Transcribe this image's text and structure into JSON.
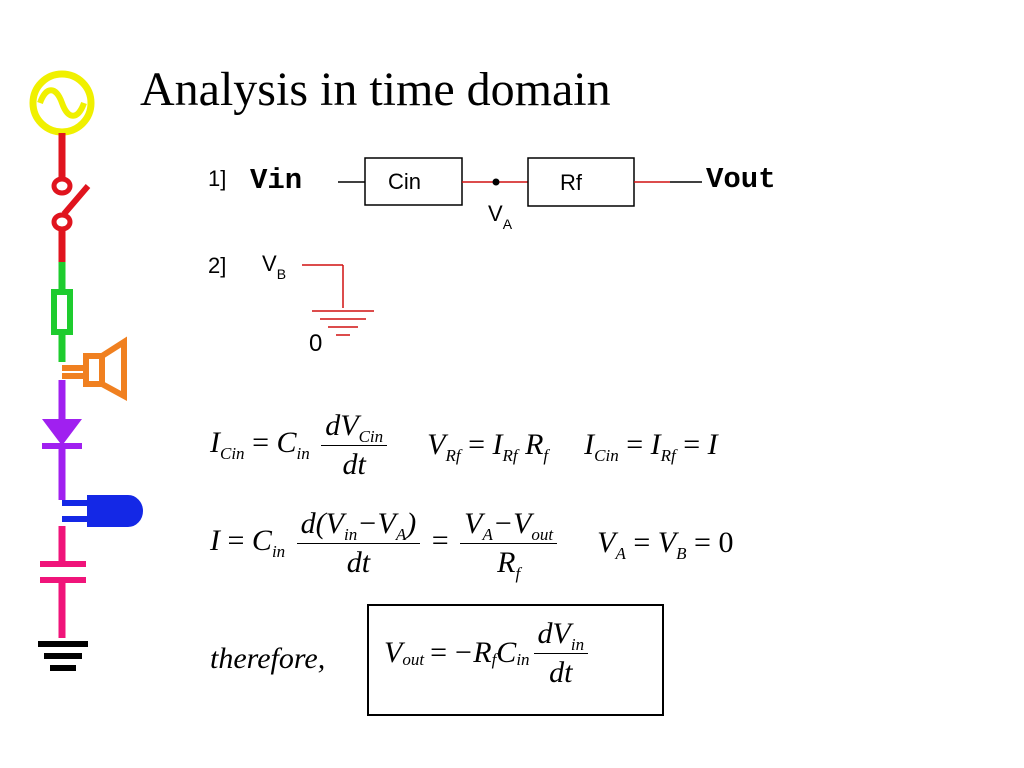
{
  "slide": {
    "title": "Analysis in time domain"
  },
  "colors": {
    "ac_source": "#f0f000",
    "switch_wire": "#e0141e",
    "resistor": "#1ecc2e",
    "speaker": "#f08020",
    "diode": "#a020f0",
    "plug": "#1428e6",
    "capacitor": "#f0147a",
    "ground": "#000000"
  },
  "icons": [
    "ac-source-icon",
    "switch-icon",
    "resistor-icon",
    "speaker-icon",
    "diode-icon",
    "plug-icon",
    "capacitor-icon",
    "ground-icon"
  ],
  "circuit1": {
    "number": "1]",
    "vin": "Vin",
    "cin": "Cin",
    "rf": "Rf",
    "va": "V",
    "va_sub": "A",
    "vout": "Vout"
  },
  "circuit2": {
    "number": "2]",
    "vb": "V",
    "vb_sub": "B",
    "zero": "0"
  },
  "eq1": {
    "i": "I",
    "cin_sub": "Cin",
    "eq": "=",
    "c": "C",
    "in_sub": "in",
    "num": "dV",
    "num_sub": "Cin",
    "den": "dt"
  },
  "eq2": {
    "v": "V",
    "rf_sub": "Rf",
    "eq": "=",
    "i": "I",
    "rf_sub2": "Rf",
    "r": "R",
    "f_sub": "f"
  },
  "eq3": {
    "i": "I",
    "cin_sub": "Cin",
    "eq": "=",
    "i2": "I",
    "rf_sub": "Rf",
    "eq2": "=",
    "i3": "I"
  },
  "eq4": {
    "i": "I",
    "eq": "=",
    "c": "C",
    "in_sub": "in",
    "num_a": "d(V",
    "num_in": "in",
    "num_minus": "−V",
    "num_a_sub": "A",
    "num_close": ")",
    "den": "dt",
    "eq2": "=",
    "num2_v": "V",
    "num2_a": "A",
    "num2_minus": "−V",
    "num2_out": "out",
    "den2_r": "R",
    "den2_f": "f"
  },
  "eq5": {
    "va": "V",
    "a_sub": "A",
    "eq": "=",
    "vb": "V",
    "b_sub": "B",
    "eq2": "=",
    "zero": "0"
  },
  "result": {
    "therefore": "therefore,",
    "v": "V",
    "out_sub": "out",
    "eq": "=",
    "neg_r": "−R",
    "f_sub": "f",
    "c": "C",
    "in_sub": "in",
    "num": "dV",
    "num_sub": "in",
    "den": "dt"
  }
}
